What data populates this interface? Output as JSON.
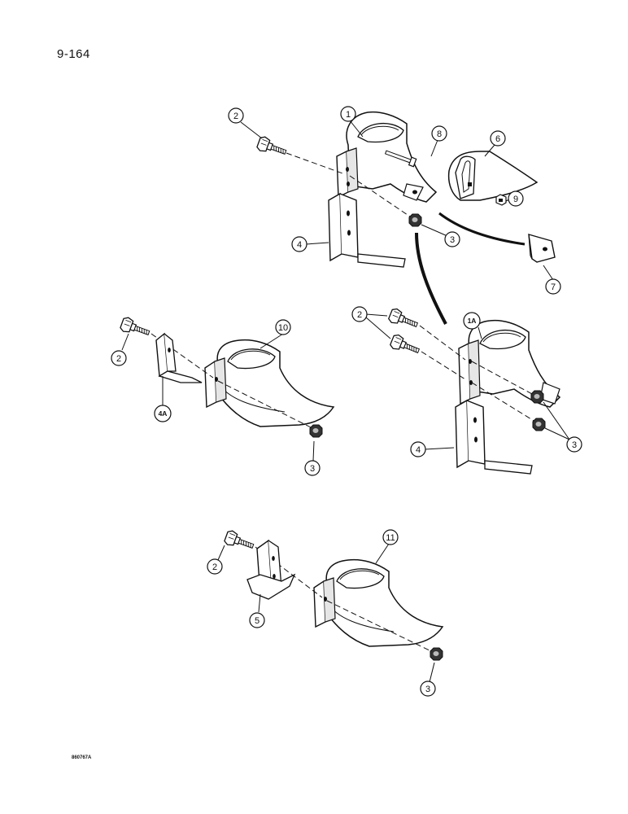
{
  "page": {
    "number": "9-164",
    "figure_code": "860767A"
  },
  "callouts": {
    "c1": "1",
    "c1a": "1A",
    "c2": "2",
    "c3": "3",
    "c4": "4",
    "c4a": "4A",
    "c5": "5",
    "c6": "6",
    "c7": "7",
    "c8": "8",
    "c9": "9",
    "c10": "10",
    "c11": "11"
  },
  "colors": {
    "line": "#111111",
    "fill": "#ffffff",
    "shade": "#d9d9d9"
  }
}
